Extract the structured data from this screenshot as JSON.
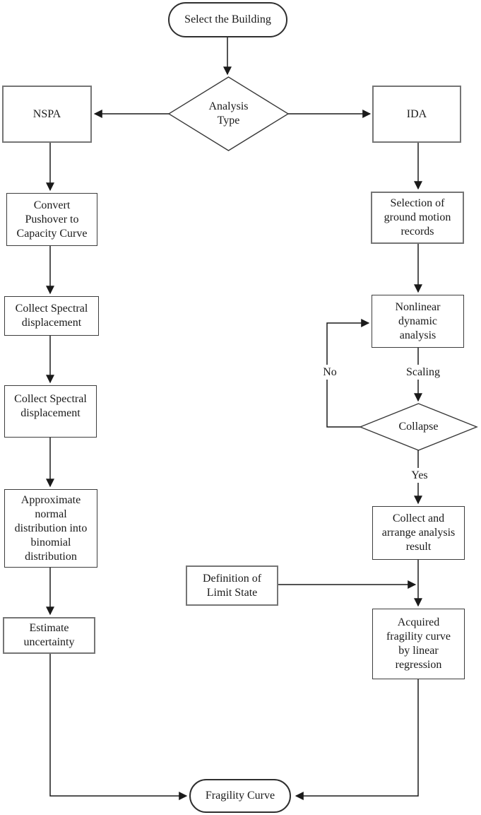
{
  "diagram": {
    "nodes": {
      "start": "Select the Building",
      "analysis_type": "Analysis\nType",
      "nspa": "NSPA",
      "ida": "IDA",
      "convert_pushover": "Convert\nPushover to\nCapacity Curve",
      "collect_spectral_1": "Collect Spectral\ndisplacement",
      "collect_spectral_2": "Collect Spectral\ndisplacement",
      "approximate_normal": "Approximate\nnormal\ndistribution into\nbinomial\ndistribution",
      "estimate_uncertainty": "Estimate\nuncertainty",
      "selection_records": "Selection of\nground motion\nrecords",
      "nonlinear_dynamic": "Nonlinear\ndynamic\nanalysis",
      "collapse": "Collapse",
      "collect_arrange": "Collect and\narrange analysis\nresult",
      "definition_limit": "Definition of\nLimit State",
      "acquired_fragility": "Acquired\nfragility curve\nby linear\nregression",
      "fragility_curve": "Fragility Curve"
    },
    "edge_labels": {
      "no": "No",
      "yes": "Yes",
      "scaling": "Scaling"
    },
    "colors": {
      "line": "#1a1a1a",
      "text": "#1a1a1a",
      "background": "#ffffff",
      "border_dark": "#3d3d3d",
      "border_gray": "#757575"
    }
  }
}
